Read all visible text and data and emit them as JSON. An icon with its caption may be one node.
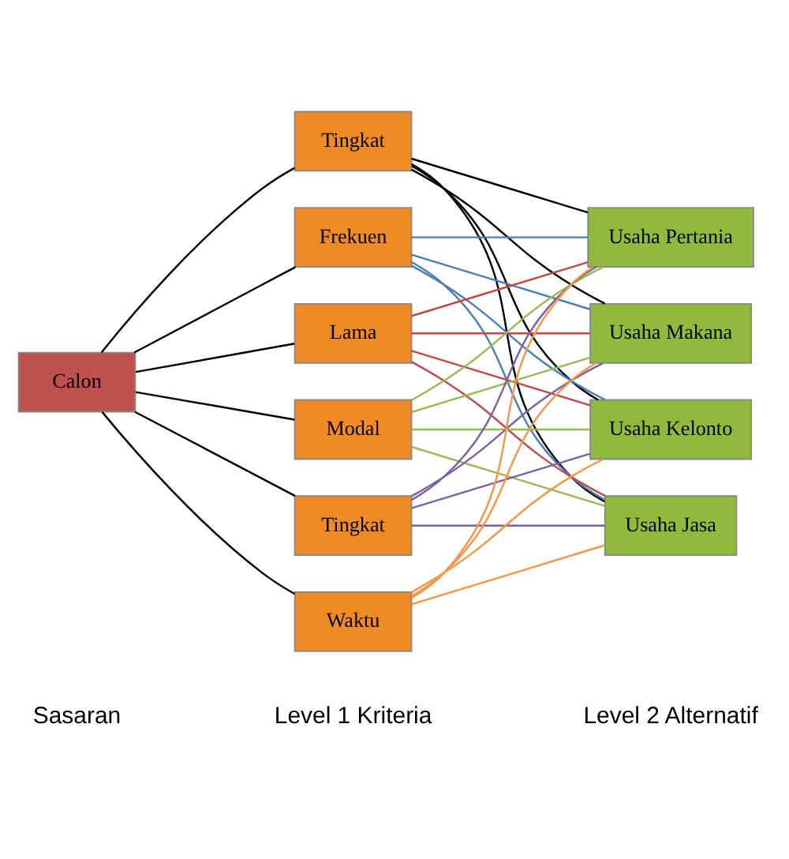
{
  "diagram": {
    "nodes": [
      {
        "text": [
          "Calon"
        ]
      },
      {
        "text": [
          "Tingkat"
        ]
      },
      {
        "text": [
          "Frekuen"
        ]
      },
      {
        "text": [
          "Lama"
        ]
      },
      {
        "text": [
          "Modal"
        ]
      },
      {
        "text": [
          "Tingkat"
        ]
      },
      {
        "text": [
          "Waktu"
        ]
      },
      {
        "text": [
          "Usaha Makana"
        ]
      },
      {
        "text": [
          "Usaha Kelonto"
        ]
      },
      {
        "text": [
          "Usaha Jasa"
        ]
      },
      {
        "text": [
          "Usaha Pertania"
        ]
      }
    ],
    "edges": [
      {
        "from": 0,
        "to": 1,
        "arrow": "none"
      },
      {
        "from": 0,
        "to": 2,
        "arrow": "none"
      },
      {
        "from": 0,
        "to": 3,
        "arrow": "none"
      },
      {
        "from": 0,
        "to": 4,
        "arrow": "none"
      },
      {
        "from": 0,
        "to": 5,
        "arrow": "none"
      },
      {
        "from": 0,
        "to": 6,
        "arrow": "none"
      },
      {
        "from": 1,
        "to": 7,
        "arrow": "none"
      },
      {
        "from": 1,
        "to": 8,
        "arrow": "none"
      },
      {
        "from": 1,
        "to": 9,
        "arrow": "none"
      },
      {
        "from": 1,
        "to": 10,
        "arrow": "none"
      },
      {
        "from": 2,
        "to": 7,
        "arrow": "none",
        "color": "#4a7ebb"
      },
      {
        "from": 2,
        "to": 8,
        "arrow": "none",
        "color": "#4a7ebb"
      },
      {
        "from": 2,
        "to": 9,
        "arrow": "none",
        "color": "#4a7ebb"
      },
      {
        "from": 2,
        "to": 10,
        "arrow": "none",
        "color": "#4a7ebb"
      },
      {
        "from": 3,
        "to": 7,
        "arrow": "none",
        "color": "#be4b48"
      },
      {
        "from": 3,
        "to": 8,
        "arrow": "none",
        "color": "#be4b48"
      },
      {
        "from": 3,
        "to": 9,
        "arrow": "none",
        "color": "#be4b48"
      },
      {
        "from": 3,
        "to": 10,
        "arrow": "none",
        "color": "#be4b48"
      },
      {
        "from": 4,
        "to": 7,
        "arrow": "none",
        "color": "#98b954"
      },
      {
        "from": 4,
        "to": 8,
        "arrow": "none",
        "color": "#98b954"
      },
      {
        "from": 4,
        "to": 9,
        "arrow": "none",
        "color": "#98b954"
      },
      {
        "from": 4,
        "to": 10,
        "arrow": "none",
        "color": "#98b954"
      },
      {
        "from": 5,
        "to": 7,
        "arrow": "none",
        "color": "#7d60a0"
      },
      {
        "from": 5,
        "to": 8,
        "arrow": "none",
        "color": "#7d60a0"
      },
      {
        "from": 5,
        "to": 9,
        "arrow": "none",
        "color": "#7d60a0"
      },
      {
        "from": 5,
        "to": 10,
        "arrow": "none",
        "color": "#7d60a0"
      },
      {
        "from": 6,
        "to": 7,
        "arrow": "none",
        "color": "#f79646"
      },
      {
        "from": 6,
        "to": 8,
        "arrow": "none",
        "color": "#f79646"
      },
      {
        "from": 6,
        "to": 9,
        "arrow": "none",
        "color": "#f79646"
      },
      {
        "from": 6,
        "to": 10,
        "arrow": "none",
        "color": "#f79646"
      }
    ],
    "labels": [
      "Sasaran",
      "Level 1 Kriteria",
      "Level 2 Alternatif"
    ]
  }
}
